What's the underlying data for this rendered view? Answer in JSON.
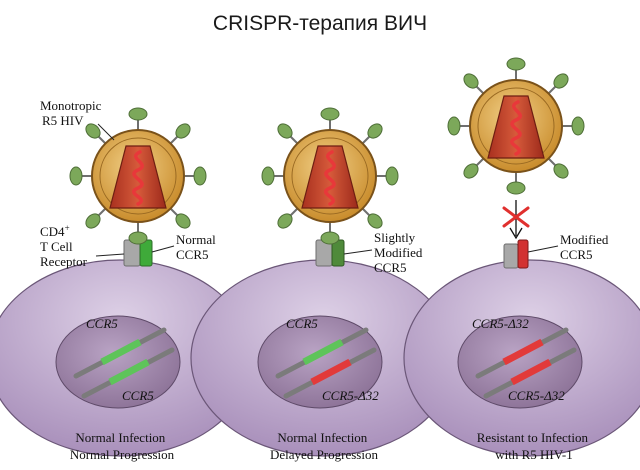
{
  "title": "CRISPR-терапия ВИЧ",
  "colors": {
    "cell": "#c9b8d6",
    "nucleus": "#a38aaf",
    "virus_shell": "#d49c3c",
    "virus_core": "#c2402a",
    "spike": "#7ca85a",
    "receptor_gray": "#a8a8a8",
    "normal_ccr5": "#3faa3a",
    "modified_ccr5": "#d23232",
    "delta32_band": "#e23a3a",
    "wt_band": "#5ec45a"
  },
  "panels": [
    {
      "id": "normal",
      "virus_label": [
        "Monotropic",
        "R5 HIV"
      ],
      "receptor_label": [
        "CD4+",
        "T Cell",
        "Receptor"
      ],
      "ccr5_label": [
        "Normal",
        "CCR5"
      ],
      "gene_top": "CCR5",
      "gene_bottom": "CCR5",
      "caption": [
        "Normal Infection",
        "Normal Progression"
      ]
    },
    {
      "id": "delayed",
      "ccr5_label": [
        "Slightly",
        "Modified",
        "CCR5"
      ],
      "gene_top": "CCR5",
      "gene_bottom": "CCR5-Δ32",
      "caption": [
        "Normal Infection",
        "Delayed Progression"
      ]
    },
    {
      "id": "resistant",
      "ccr5_label": [
        "Modified",
        "CCR5"
      ],
      "gene_top": "CCR5-Δ32",
      "gene_bottom": "CCR5-Δ32",
      "caption": [
        "Resistant to Infection",
        "with R5 HIV-1"
      ]
    }
  ]
}
